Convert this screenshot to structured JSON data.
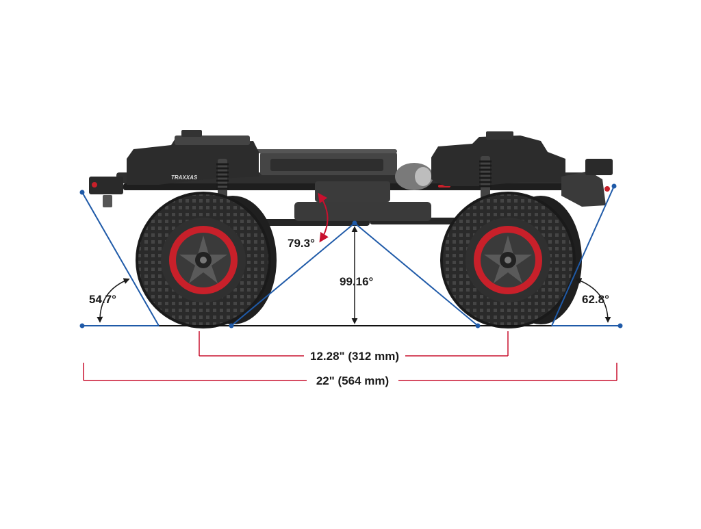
{
  "colors": {
    "blue_line": "#1f5aa8",
    "red_line": "#c8102e",
    "label": "#1a1a1a",
    "tire": "#2b2b2b",
    "rim_accent": "#c8202a"
  },
  "chassis": {
    "brand_badge": "TRAXXAS"
  },
  "angles": {
    "approach": "54.7°",
    "departure": "62.8°",
    "breakover_ramp": "79.3°",
    "breakover_center": "99.16°"
  },
  "dimensions": {
    "wheelbase": "12.28\" (312 mm)",
    "overall_length": "22\" (564 mm)"
  }
}
